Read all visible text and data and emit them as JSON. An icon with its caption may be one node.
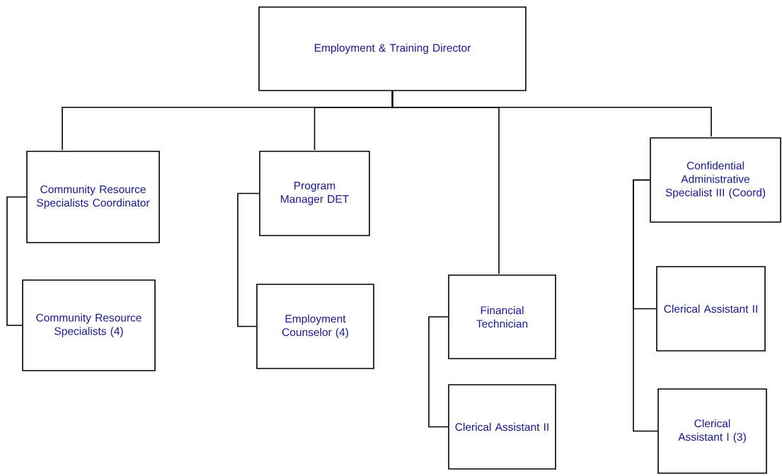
{
  "diagram": {
    "nodes": [
      {
        "text": [
          "Employment & Training Director"
        ]
      },
      {
        "text": [
          "Community Resource Specialists Coordinator"
        ]
      },
      {
        "text": [
          "Community Resource Specialists (4)"
        ]
      },
      {
        "text": [
          "Program Manager DET"
        ]
      },
      {
        "text": [
          "Employment Counselor (4)"
        ]
      },
      {
        "text": [
          "Financial Technician"
        ]
      },
      {
        "text": [
          "Clerical Assistant II"
        ]
      },
      {
        "text": [
          "Confidential Administrative Specialist III (Coord)"
        ]
      },
      {
        "text": [
          "Clerical Assistant II"
        ]
      },
      {
        "text": [
          "Clerical Assistant I (3)"
        ]
      }
    ],
    "edges": [
      {
        "from": 0,
        "to": 1,
        "arrow": "none"
      },
      {
        "from": 0,
        "to": 3,
        "arrow": "none"
      },
      {
        "from": 0,
        "to": 5,
        "arrow": "none"
      },
      {
        "from": 0,
        "to": 7,
        "arrow": "none"
      },
      {
        "from": 1,
        "to": 2,
        "arrow": "none"
      },
      {
        "from": 3,
        "to": 4,
        "arrow": "none"
      },
      {
        "from": 5,
        "to": 6,
        "arrow": "none"
      },
      {
        "from": 7,
        "to": 8,
        "arrow": "none"
      },
      {
        "from": 7,
        "to": 9,
        "arrow": "none"
      }
    ]
  }
}
